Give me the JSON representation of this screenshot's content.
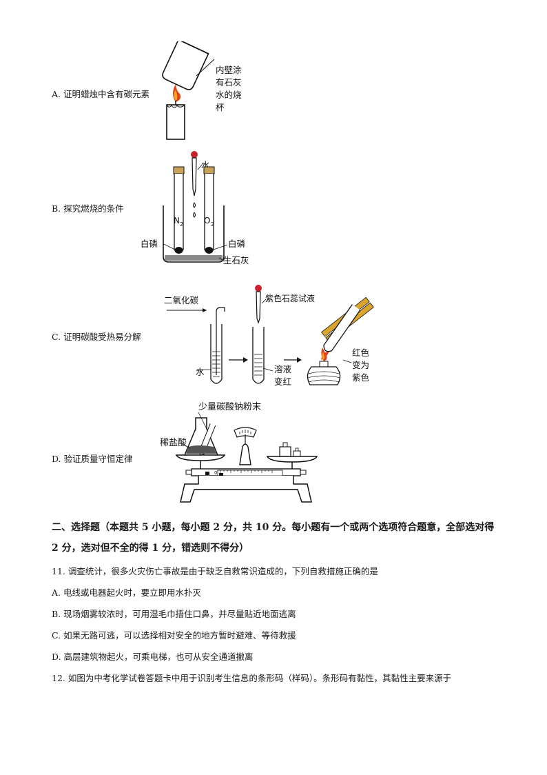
{
  "options": {
    "A": {
      "label": "A. 证明蜡烛中含有碳元素",
      "callout_lines": [
        "内壁涂",
        "有石灰",
        "水的烧",
        "杯"
      ]
    },
    "B": {
      "label": "B. 探究燃烧的条件",
      "water": "水",
      "left_gas": "N",
      "left_sub": "2",
      "right_gas": "O",
      "right_sub": "2",
      "left_phosphorus": "白磷",
      "right_phosphorus": "白磷",
      "quicklime": "生石灰"
    },
    "C": {
      "label": "C. 证明碳酸受热易分解",
      "co2": "二氧化碳",
      "water": "水",
      "litmus": "紫色石蕊试液",
      "solution_red_1": "溶液",
      "solution_red_2": "变红",
      "red_to_purple": [
        "红色",
        "变为",
        "紫色"
      ]
    },
    "D": {
      "label": "D. 验证质量守恒定律",
      "sodium_carbonate": "少量碳酸钠粉末",
      "dilute_hcl": "稀盐酸",
      "scale_marks": [
        "0",
        "1",
        "2",
        "3",
        "4",
        "5g"
      ]
    }
  },
  "section": {
    "title": "二、选择题（本题共 5 小题，每小题 2 分，共 10 分。每小题有一个或两个选项符合题意，全部选对得 2 分，选对但不全的得 1 分，错选则不得分）"
  },
  "questions": {
    "q11": {
      "stem": "11. 调查统计，很多火灾伤亡事故是由于缺乏自救常识造成的，下列自救措施正确的是",
      "A": "A. 电线或电器起火时，要立即用水扑灭",
      "B": "B. 现场烟雾较浓时，可用湿毛巾捂住口鼻，并尽量贴近地面逃离",
      "C": "C. 如果无路可逃，可以选择相对安全的地方暂时避难、等待救援",
      "D": "D. 高层建筑物起火，可乘电梯，也可从安全通道撤离"
    },
    "q12": {
      "stem": "12. 如图为中考化学试卷答题卡中用于识别考生信息的条形码（样码）。条形码有黏性，其黏性主要来源于"
    }
  }
}
